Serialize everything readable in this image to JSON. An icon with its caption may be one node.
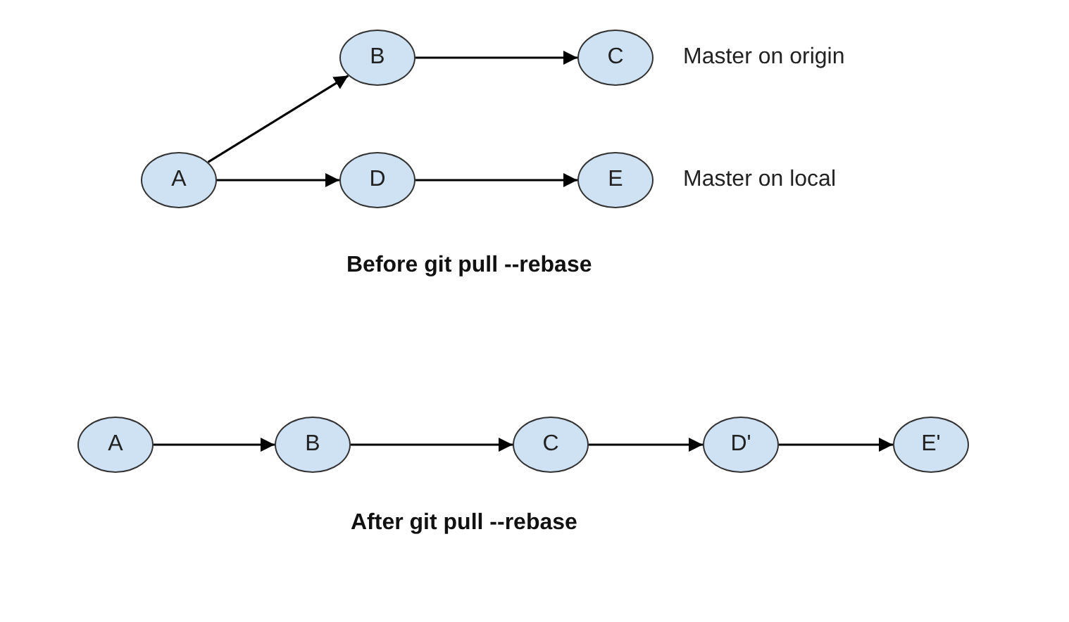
{
  "diagram": {
    "nodes": [
      {
        "text": [
          "A"
        ]
      },
      {
        "text": [
          "B"
        ]
      },
      {
        "text": [
          "C"
        ],
        "beside": [
          "Master on origin"
        ]
      },
      {
        "text": [
          "D"
        ]
      },
      {
        "text": [
          "E"
        ],
        "beside": [
          "Master on local"
        ]
      },
      {
        "text": [
          "A"
        ]
      },
      {
        "text": [
          "B"
        ]
      },
      {
        "text": [
          "C"
        ]
      },
      {
        "text": [
          "D'"
        ]
      },
      {
        "text": [
          "E'"
        ]
      }
    ],
    "edges": [
      {
        "from": 0,
        "to": 1,
        "arrow": "to"
      },
      {
        "from": 1,
        "to": 2,
        "arrow": "to"
      },
      {
        "from": 0,
        "to": 3,
        "arrow": "to"
      },
      {
        "from": 3,
        "to": 4,
        "arrow": "to"
      },
      {
        "from": 5,
        "to": 6,
        "arrow": "to"
      },
      {
        "from": 6,
        "to": 7,
        "arrow": "to"
      },
      {
        "from": 7,
        "to": 8,
        "arrow": "to"
      },
      {
        "from": 8,
        "to": 9,
        "arrow": "to"
      }
    ],
    "labels": [
      "Before git pull --rebase",
      "After git pull --rebase"
    ]
  }
}
